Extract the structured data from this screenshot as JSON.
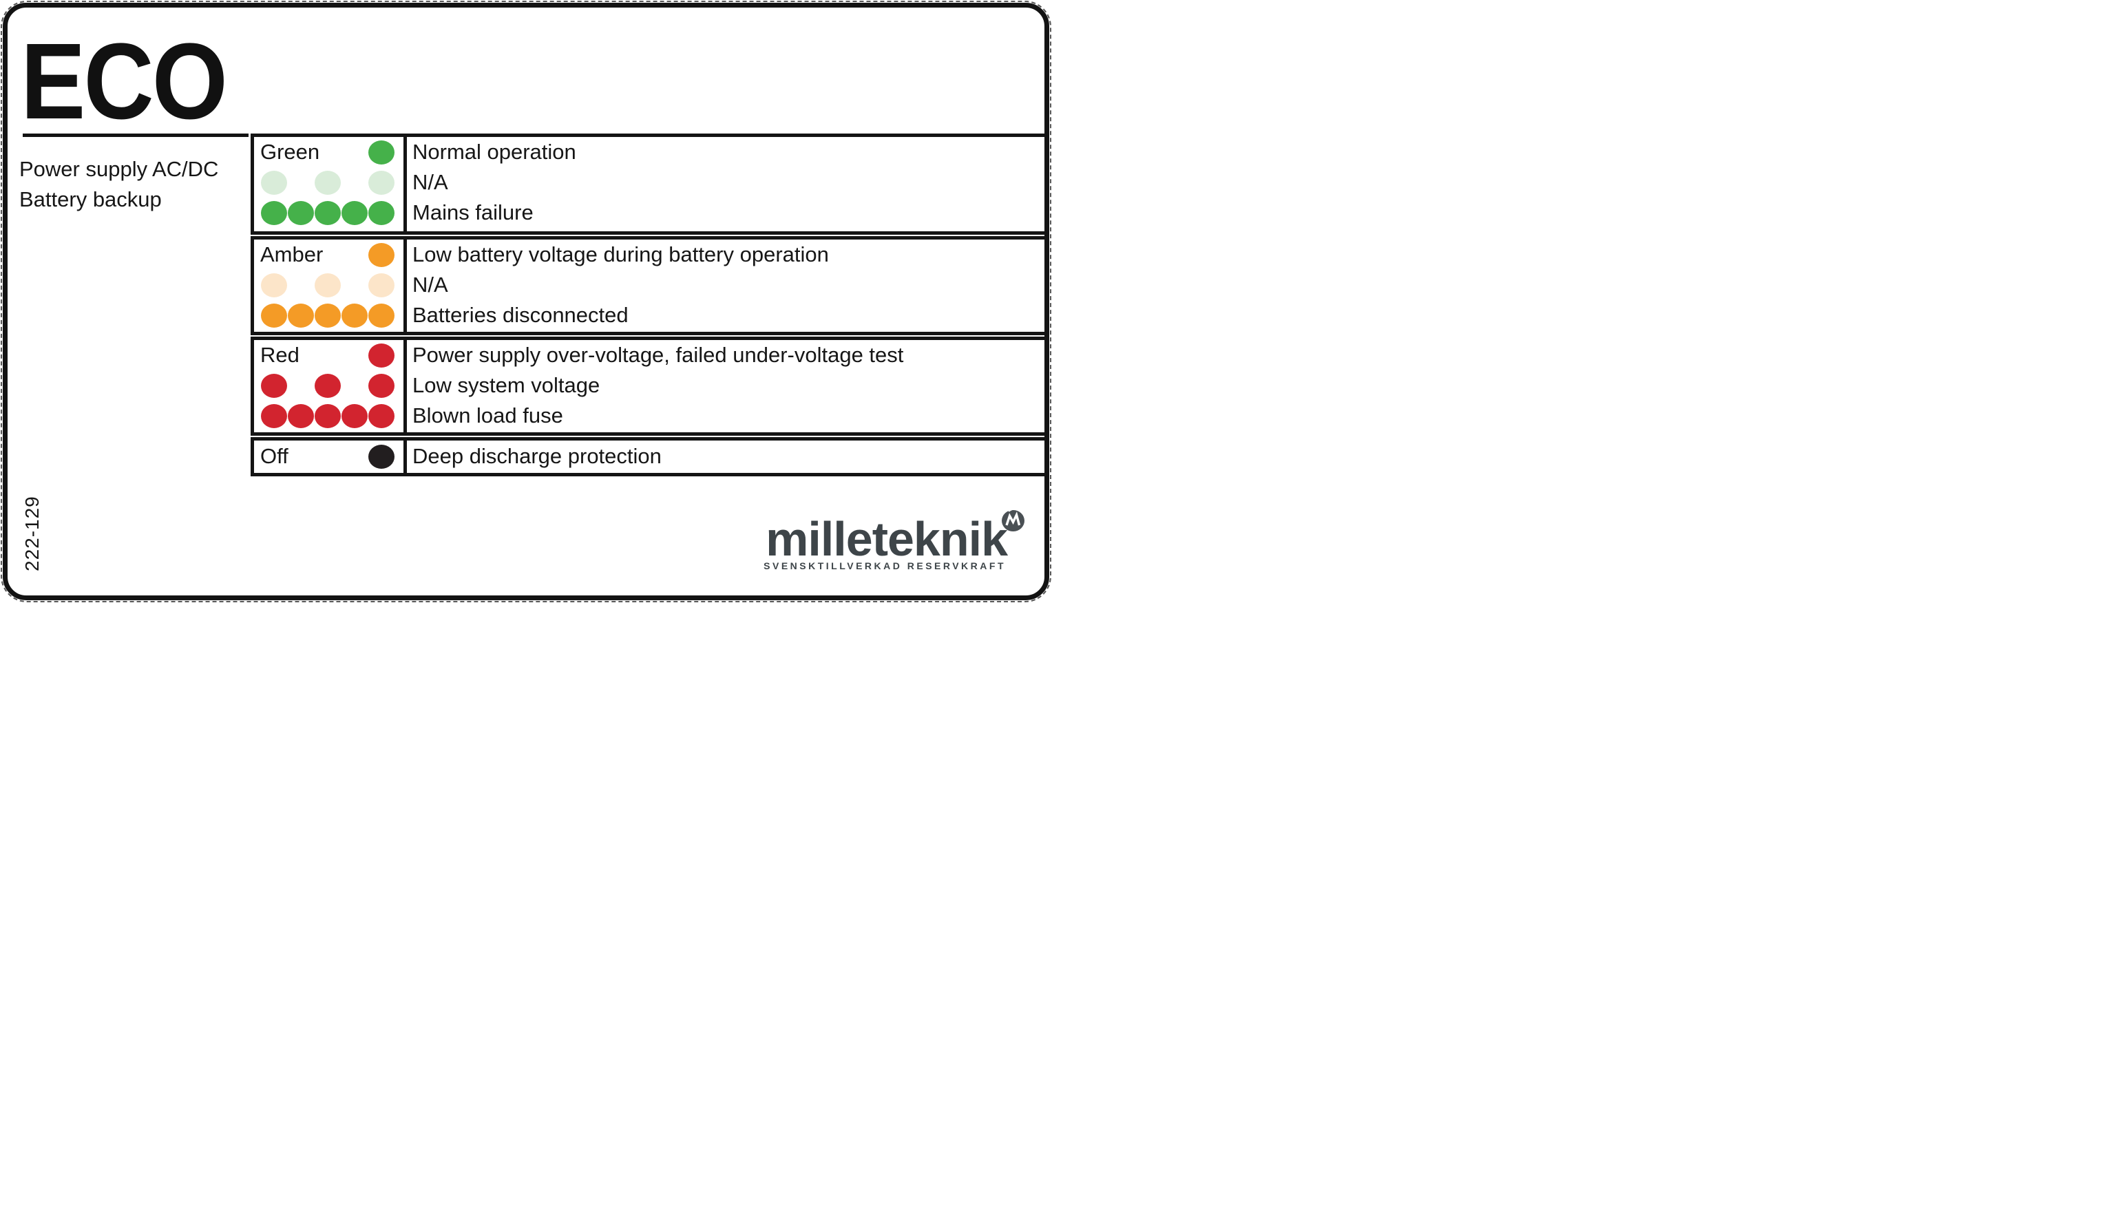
{
  "product": {
    "name": "ECO",
    "type_line1": "Power supply AC/DC",
    "type_line2": "Battery backup",
    "part_number": "222-129"
  },
  "colors": {
    "green": "#45B14A",
    "green_faded": "#D9ECD9",
    "amber": "#F49B26",
    "amber_faded": "#FCE5C9",
    "red": "#D2242F",
    "off_black": "#221E1F",
    "logo": "#3E4549"
  },
  "led_table": {
    "rows": [
      {
        "label": "Green",
        "lines": [
          {
            "pattern": "1 solid dot (steady)",
            "description": "Normal operation"
          },
          {
            "pattern": "3 faded dots (slow blink)",
            "description": "N/A"
          },
          {
            "pattern": "5 solid dots (fast blink)",
            "description": "Mains failure"
          }
        ]
      },
      {
        "label": "Amber",
        "lines": [
          {
            "pattern": "1 solid dot (steady)",
            "description": "Low battery voltage during battery operation"
          },
          {
            "pattern": "3 faded dots (slow blink)",
            "description": "N/A"
          },
          {
            "pattern": "5 solid dots (fast blink)",
            "description": "Batteries disconnected"
          }
        ]
      },
      {
        "label": "Red",
        "lines": [
          {
            "pattern": "1 solid dot (steady)",
            "description": "Power supply over-voltage, failed under-voltage test"
          },
          {
            "pattern": "3 solid dots (slow blink)",
            "description": "Low system voltage"
          },
          {
            "pattern": "5 solid dots (fast blink)",
            "description": "Blown load fuse"
          }
        ]
      },
      {
        "label": "Off",
        "lines": [
          {
            "pattern": "1 solid dot (off)",
            "description": "Deep discharge protection"
          }
        ]
      }
    ]
  },
  "logo": {
    "brand": "milleteknik",
    "tagline": "SVENSKTILLVERKAD RESERVKRAFT"
  }
}
